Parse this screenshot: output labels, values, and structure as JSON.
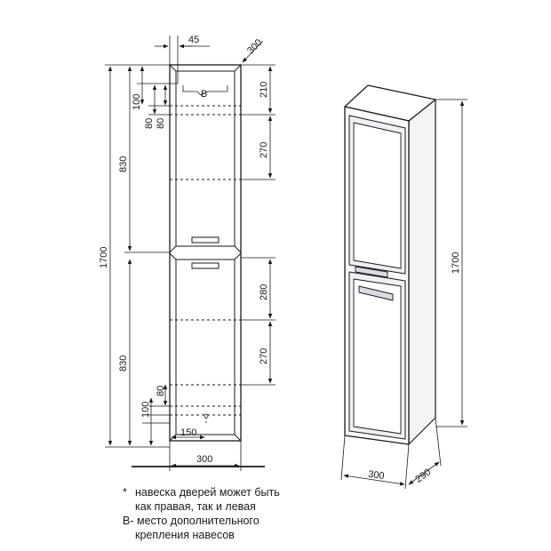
{
  "dimensions": {
    "top_depth": "45",
    "top_width_diag": "300",
    "hinge_b": "B",
    "h_100_top": "100",
    "h_80_a": "80",
    "h_80_b": "80",
    "h_830_top": "830",
    "h_1700_left": "1700",
    "h_210": "210",
    "h_270_top": "270",
    "h_280": "280",
    "h_270_bottom": "270",
    "h_830_bottom": "830",
    "h_80_bottom": "80",
    "h_100_bottom": "100",
    "w_150": "150",
    "w_300_front": "300",
    "iso_1700": "1700",
    "iso_300": "300",
    "iso_290": "290"
  },
  "notes": {
    "line1_star": "*",
    "line1": "навеска дверей может быть",
    "line2": "как правая, так и левая",
    "line3": "B- место дополнительного",
    "line4": "крепления навесов"
  }
}
